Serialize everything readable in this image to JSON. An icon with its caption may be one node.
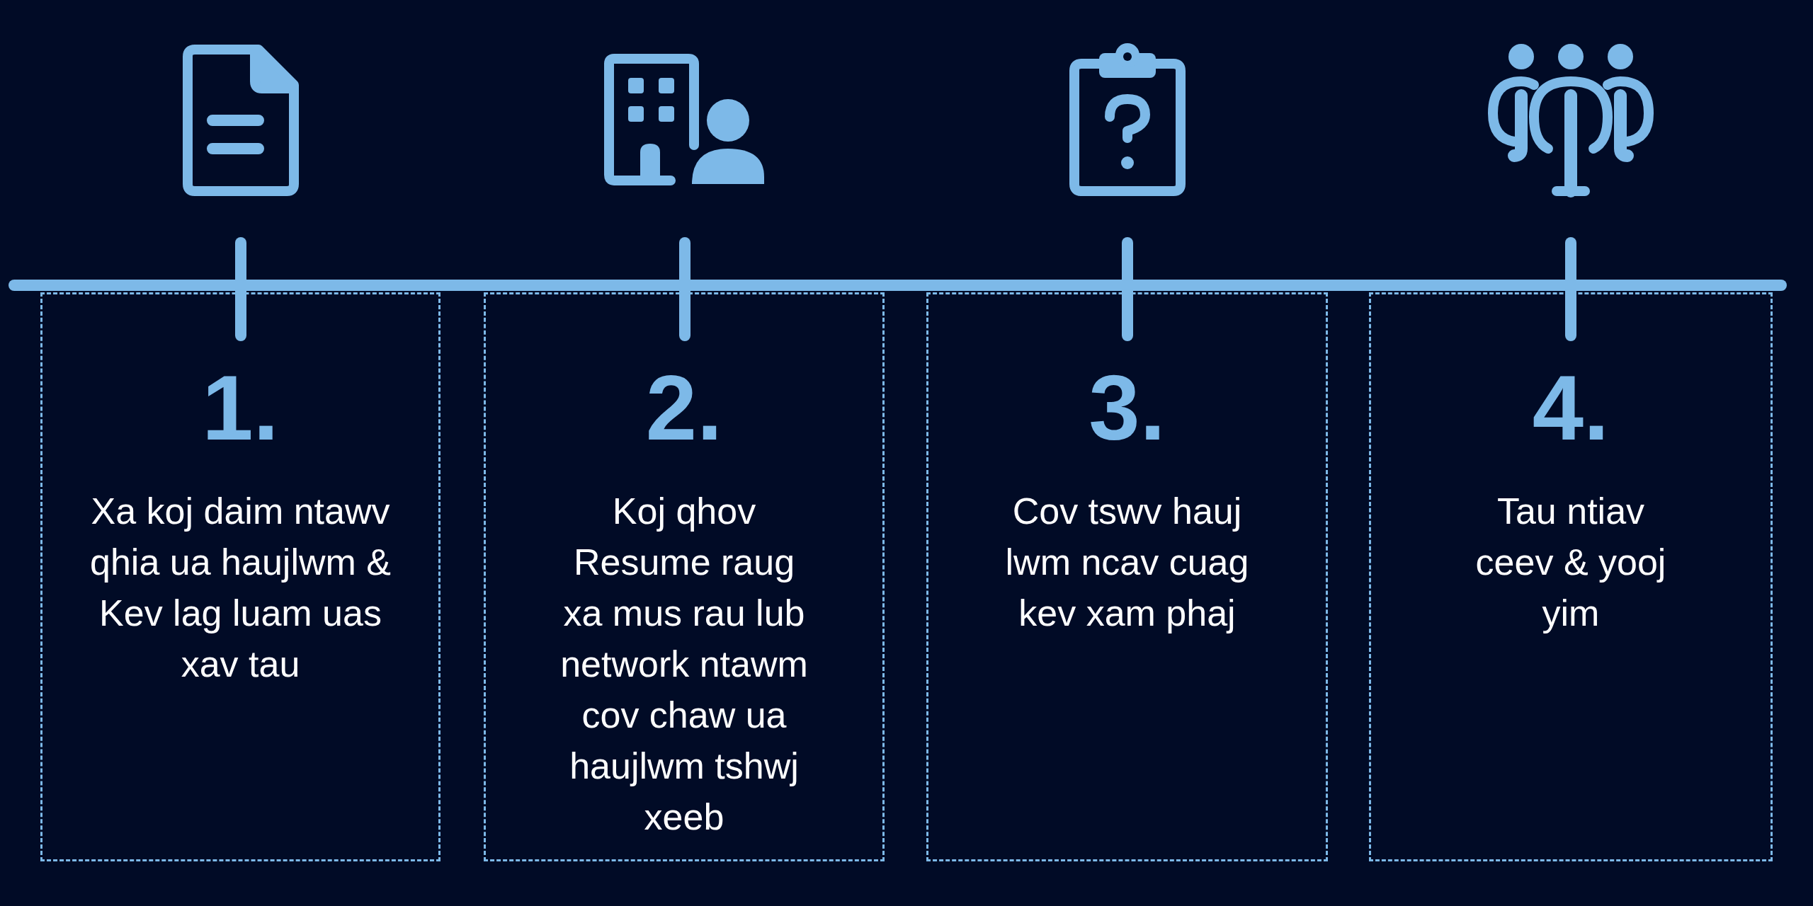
{
  "diagram": {
    "nodes": [
      {
        "text": [
          "1.",
          "Xa koj daim ntawv qhia ua haujlwm & Kev lag luam uas xav tau"
        ]
      },
      {
        "text": [
          "2.",
          "Koj qhov Resume raug xa mus rau lub network ntawm cov chaw ua haujlwm tshwj xeeb"
        ]
      },
      {
        "text": [
          "3.",
          "Cov tswv hauj lwm ncav cuag kev xam phaj"
        ]
      },
      {
        "text": [
          "4.",
          "Tau ntiav ceev & yooj yim"
        ]
      }
    ]
  }
}
